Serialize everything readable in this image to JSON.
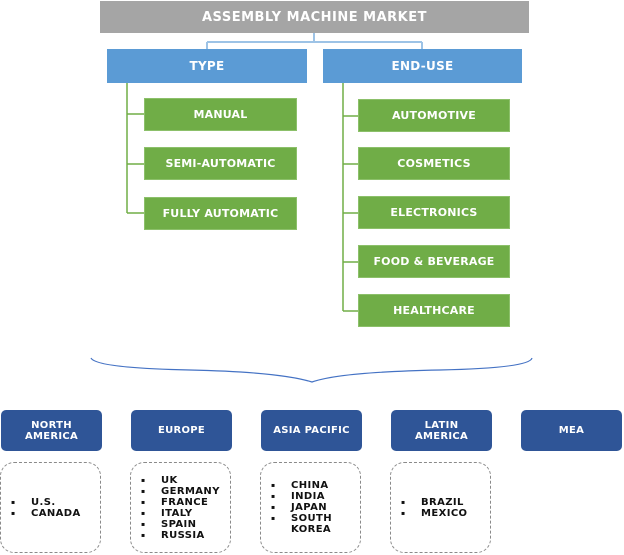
{
  "title": "ASSEMBLY MACHINE MARKET",
  "categories": [
    {
      "label": "TYPE",
      "items": [
        "MANUAL",
        "SEMI-AUTOMATIC",
        "FULLY AUTOMATIC"
      ]
    },
    {
      "label": "END-USE",
      "items": [
        "AUTOMOTIVE",
        "COSMETICS",
        "ELECTRONICS",
        "FOOD & BEVERAGE",
        "HEALTHCARE"
      ]
    }
  ],
  "regions": [
    {
      "label_lines": [
        "NORTH",
        "AMERICA"
      ],
      "countries": [
        "U.S.",
        "CANADA"
      ]
    },
    {
      "label_lines": [
        "EUROPE"
      ],
      "countries": [
        "UK",
        "GERMANY",
        "FRANCE",
        "ITALY",
        "SPAIN",
        "RUSSIA"
      ]
    },
    {
      "label_lines": [
        "ASIA PACIFIC"
      ],
      "countries": [
        "CHINA",
        "INDIA",
        "JAPAN",
        "SOUTH KOREA"
      ]
    },
    {
      "label_lines": [
        "LATIN",
        "AMERICA"
      ],
      "countries": [
        "BRAZIL",
        "MEXICO"
      ]
    },
    {
      "label_lines": [
        "MEA"
      ],
      "countries": []
    }
  ],
  "bullet": "▪",
  "colors": {
    "title_bg": "#a5a5a5",
    "category_bg": "#5b9bd5",
    "item_bg": "#70ad47",
    "region_bg": "#2f5597",
    "connector_blue": "#9dc3e6",
    "brace": "#4472c4"
  }
}
